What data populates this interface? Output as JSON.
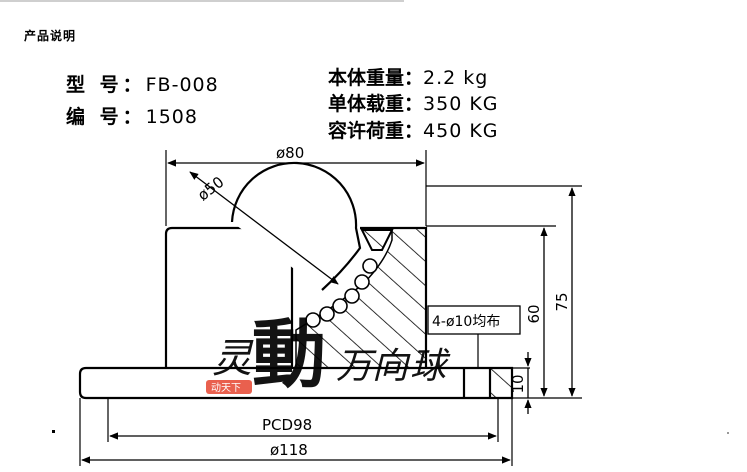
{
  "header": {
    "title": "产品说明"
  },
  "specs": {
    "model": {
      "label": "型  号：",
      "value": "FB-008"
    },
    "code": {
      "label": "编  号：",
      "value": "1508"
    },
    "weight": {
      "label": "本体重量：",
      "value": "2.2  kg"
    },
    "single_load": {
      "label": "单体载重：",
      "value": "350  KG"
    },
    "allow_load": {
      "label": "容许荷重：",
      "value": "450  KG"
    }
  },
  "dimensions": {
    "top_width": "ø80",
    "ball": "ø50",
    "total_height": "75",
    "body_height": "60",
    "flange": "10",
    "holes": "4-ø10均布",
    "pcd": "PCD98",
    "flange_dia": "ø118"
  },
  "watermark": {
    "text": "灵動万向球",
    "stamp": "动天下",
    "colors": {
      "stamp": "#e8533f",
      "ink": "#111111"
    }
  }
}
